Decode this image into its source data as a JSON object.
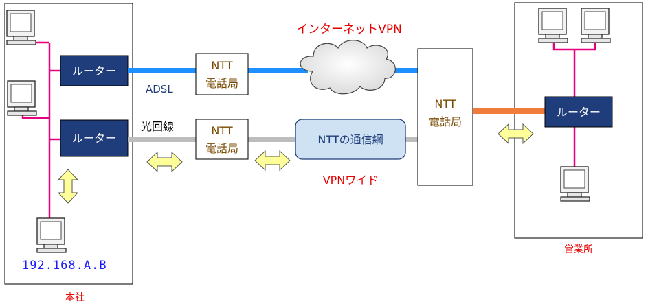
{
  "hq": {
    "site_label": "本社",
    "address": "192.168.A.B",
    "router_top": "ルーター",
    "router_bottom": "ルーター"
  },
  "branch": {
    "site_label": "営業所",
    "router": "ルーター"
  },
  "links": {
    "adsl_label": "ADSL",
    "fiber_label": "光回線",
    "internet_vpn_label": "インターネットVPN",
    "vpn_wide_label": "VPNワイド"
  },
  "exchanges": {
    "top_line1": "NTT",
    "top_line2": "電話局",
    "bottom_line1": "NTT",
    "bottom_line2": "電話局",
    "main_line1": "NTT",
    "main_line2": "電話局"
  },
  "network": {
    "ntt_net_label": "NTTの通信網"
  },
  "colors": {
    "router_fill": "#1f3d7a",
    "lan_line": "#e6007e",
    "adsl_line": "#1e90ff",
    "fiber_line": "#bdbdbd",
    "branch_link": "#f07c3c",
    "arrow_fill": "#ffff99",
    "net_fill": "#cfe2f3",
    "red_text": "#e60000",
    "blue_text": "#1a1aff"
  },
  "icons": [
    "computer-icon",
    "cloud-icon",
    "double-arrow-icon"
  ]
}
